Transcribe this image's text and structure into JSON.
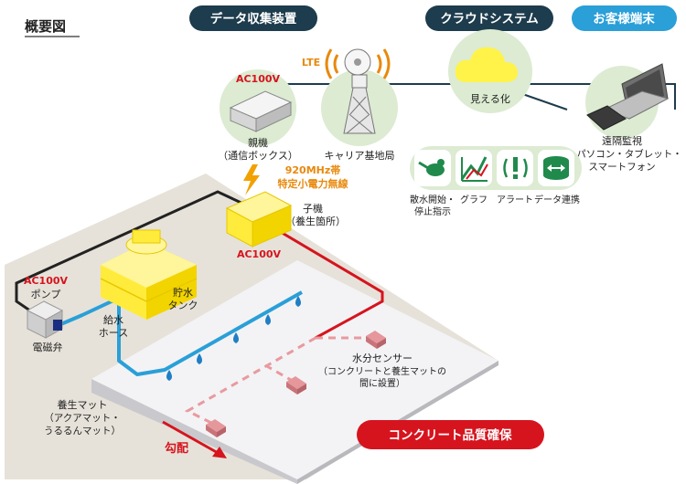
{
  "title": "概要図",
  "header": {
    "collector": "データ収集装置",
    "cloud": "クラウドシステム",
    "client": "お客様端末"
  },
  "parent_device": {
    "power": "AC100V",
    "name": "親機",
    "sub": "（通信ボックス）"
  },
  "lte": "LTE",
  "base_station": "キャリア基地局",
  "cloud_node": "見える化",
  "client_node": {
    "name": "遠隔監視",
    "devices1": "パソコン・タブレット・",
    "devices2": "スマートフォン"
  },
  "features": [
    {
      "label1": "散水開始・",
      "label2": "停止指示",
      "icon": "watering-can-icon"
    },
    {
      "label1": "グラフ",
      "label2": "",
      "icon": "graph-icon"
    },
    {
      "label1": "アラート",
      "label2": "",
      "icon": "alert-icon"
    },
    {
      "label1": "データ連携",
      "label2": "",
      "icon": "data-sync-icon"
    }
  ],
  "wireless": {
    "freq": "920MHz帯",
    "desc": "特定小電力無線"
  },
  "child_device": {
    "name": "子機",
    "sub": "（養生箇所）",
    "power": "AC100V"
  },
  "pump": {
    "power": "AC100V",
    "name": "ポンプ"
  },
  "valve": "電磁弁",
  "hose": {
    "line1": "給水",
    "line2": "ホース"
  },
  "tank": {
    "line1": "貯水",
    "line2": "タンク"
  },
  "sensor": {
    "line1": "水分センサー",
    "line2": "（コンクリートと養生マットの",
    "line3": "間に設置）"
  },
  "mat": {
    "line1": "養生マット",
    "line2": "（アクアマット・",
    "line3": "うるるんマット）"
  },
  "slope": "勾配",
  "quality_badge": "コンクリート品質確保",
  "colors": {
    "navy": "#1d3c4d",
    "blue": "#2a9fd8",
    "green_circle": "#dcebd2",
    "green_icon": "#1f8a4c",
    "red": "#d6141e",
    "orange": "#e8890c",
    "yellow": "#fff34a",
    "ground": "#e5e1d8",
    "slab": "#f1f1f3"
  }
}
